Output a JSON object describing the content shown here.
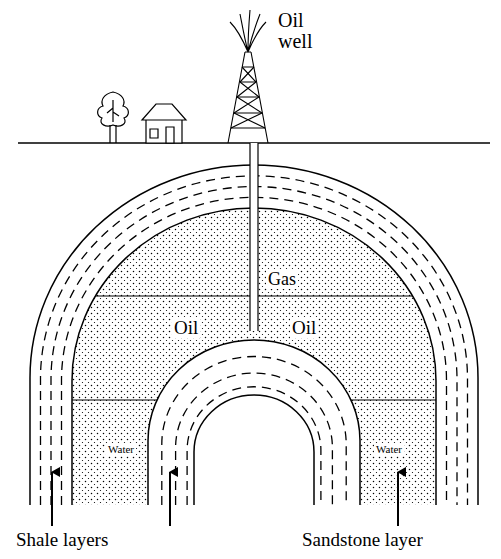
{
  "diagram": {
    "labels": [
      "Oil well",
      "Gas",
      "Oil",
      "Oil",
      "Water",
      "Water",
      "Shale layers",
      "Sandstone layer"
    ]
  }
}
